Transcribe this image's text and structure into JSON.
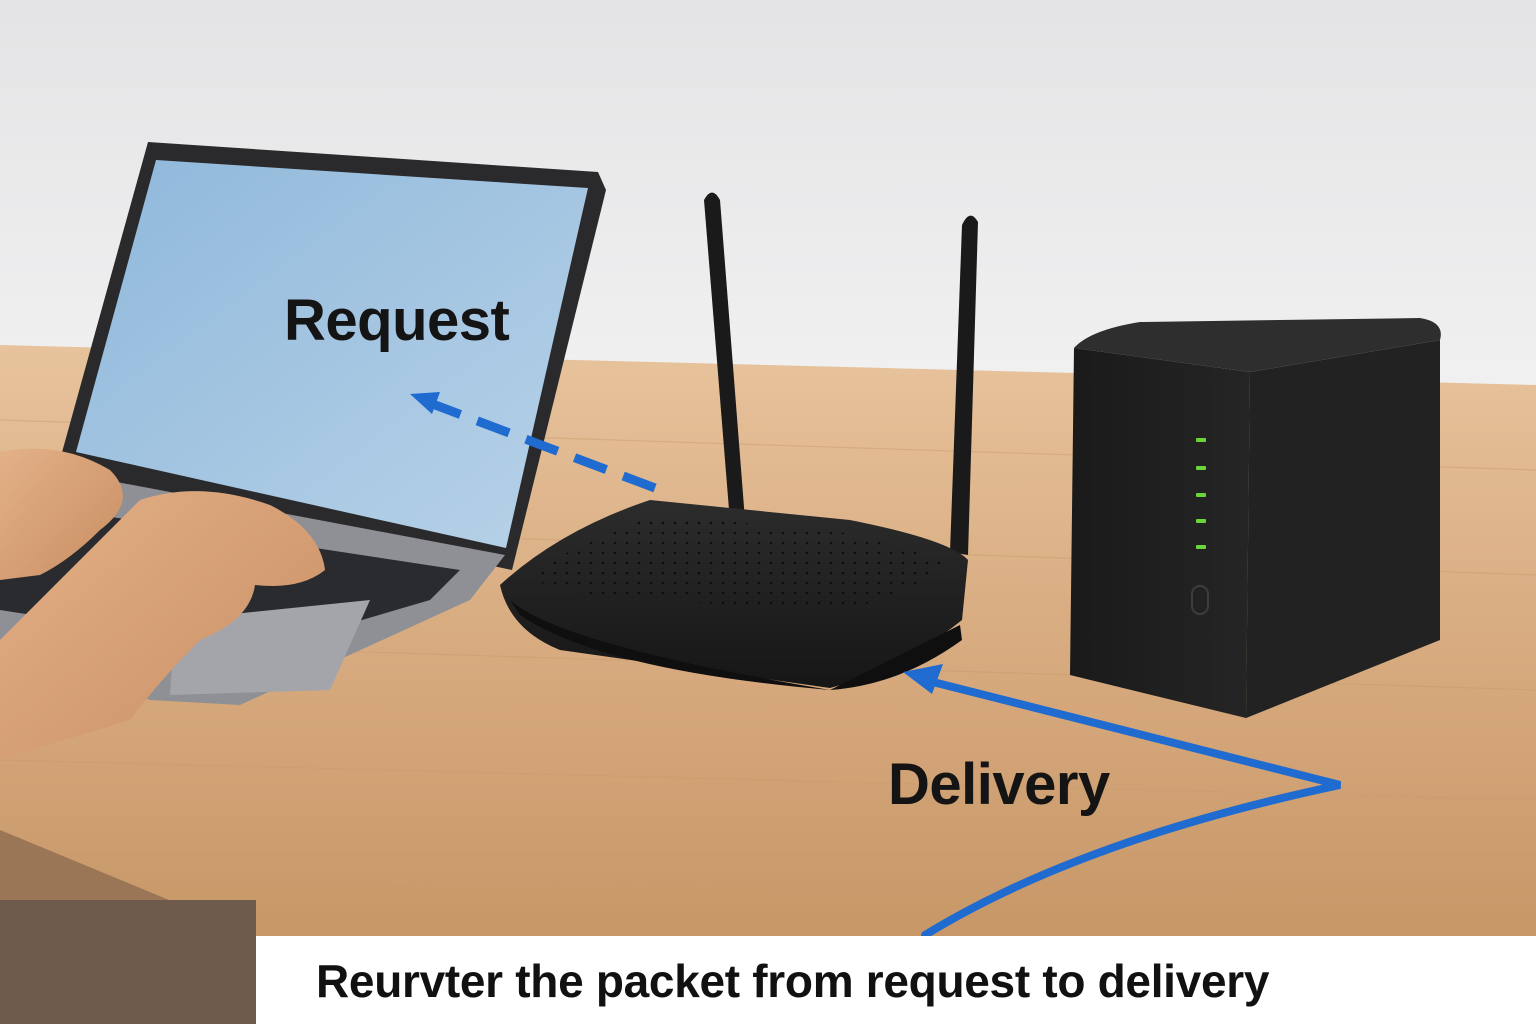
{
  "scene": {
    "labels": {
      "request": "Request",
      "delivery": "Delivery"
    },
    "caption": "Reurvter the packet from request to delivery"
  },
  "colors": {
    "wall": "#eeeeee",
    "desk": "#d9ae83",
    "arrow": "#1f6bd0",
    "laptop_screen": "#a8c6e0",
    "device_black": "#1c1c1c",
    "led": "#6bd63a"
  }
}
